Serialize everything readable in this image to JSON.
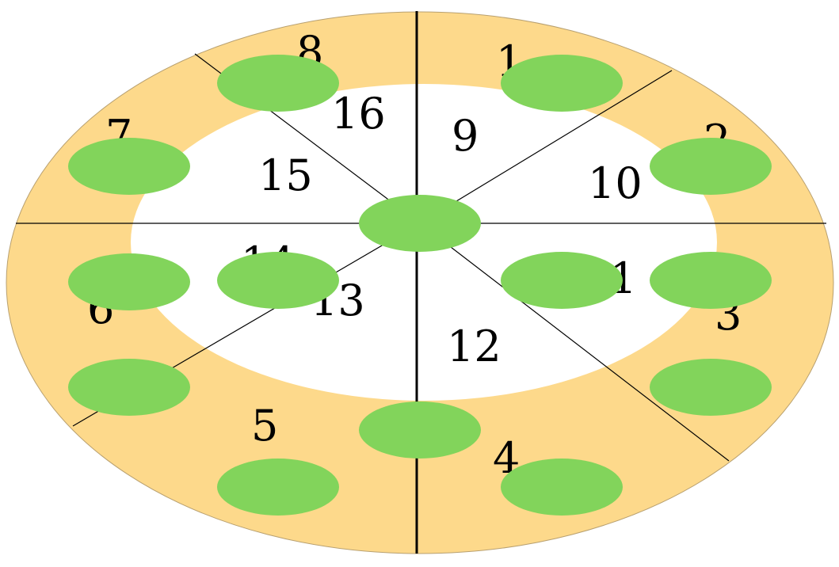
{
  "diagram": {
    "outer_ring_labels": [
      "1",
      "2",
      "3",
      "4",
      "5",
      "6",
      "7",
      "8"
    ],
    "inner_sector_labels": [
      "9",
      "10",
      "11",
      "12",
      "13",
      "14",
      "15",
      "16"
    ]
  },
  "colors": {
    "ring_fill": "#FDD98B",
    "inner_fill": "#FFFFFF",
    "disc_fill": "#82D45B",
    "line": "#000000"
  }
}
